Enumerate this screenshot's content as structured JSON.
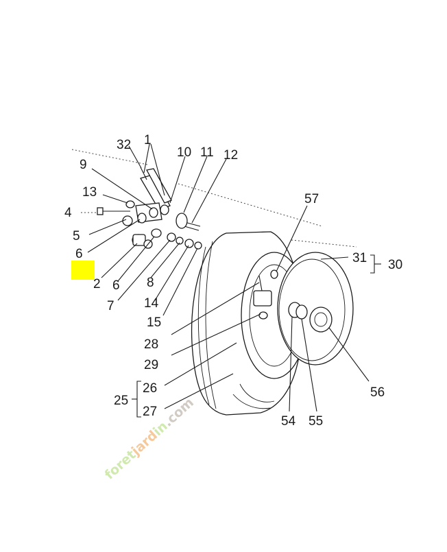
{
  "diagram": {
    "labels": {
      "l32": "32",
      "l1": "1",
      "l10": "10",
      "l11": "11",
      "l12": "12",
      "l9": "9",
      "l13": "13",
      "l4": "4",
      "l5": "5",
      "l6a": "6",
      "l2": "2",
      "l6b": "6",
      "l7": "7",
      "l8": "8",
      "l14": "14",
      "l15": "15",
      "l57": "57",
      "l31": "31",
      "l30": "30",
      "l28": "28",
      "l29": "29",
      "l26": "26",
      "l25": "25",
      "l27": "27",
      "l54": "54",
      "l55": "55",
      "l56": "56"
    },
    "highlight_color": "#ffff00"
  },
  "watermark": {
    "part1": "foret",
    "part2": "jard",
    "part3": "in",
    "part4": ".com",
    "color_green": "#c8e6a0",
    "color_orange": "#f5c08a",
    "color_gray": "#c9c2ba"
  }
}
